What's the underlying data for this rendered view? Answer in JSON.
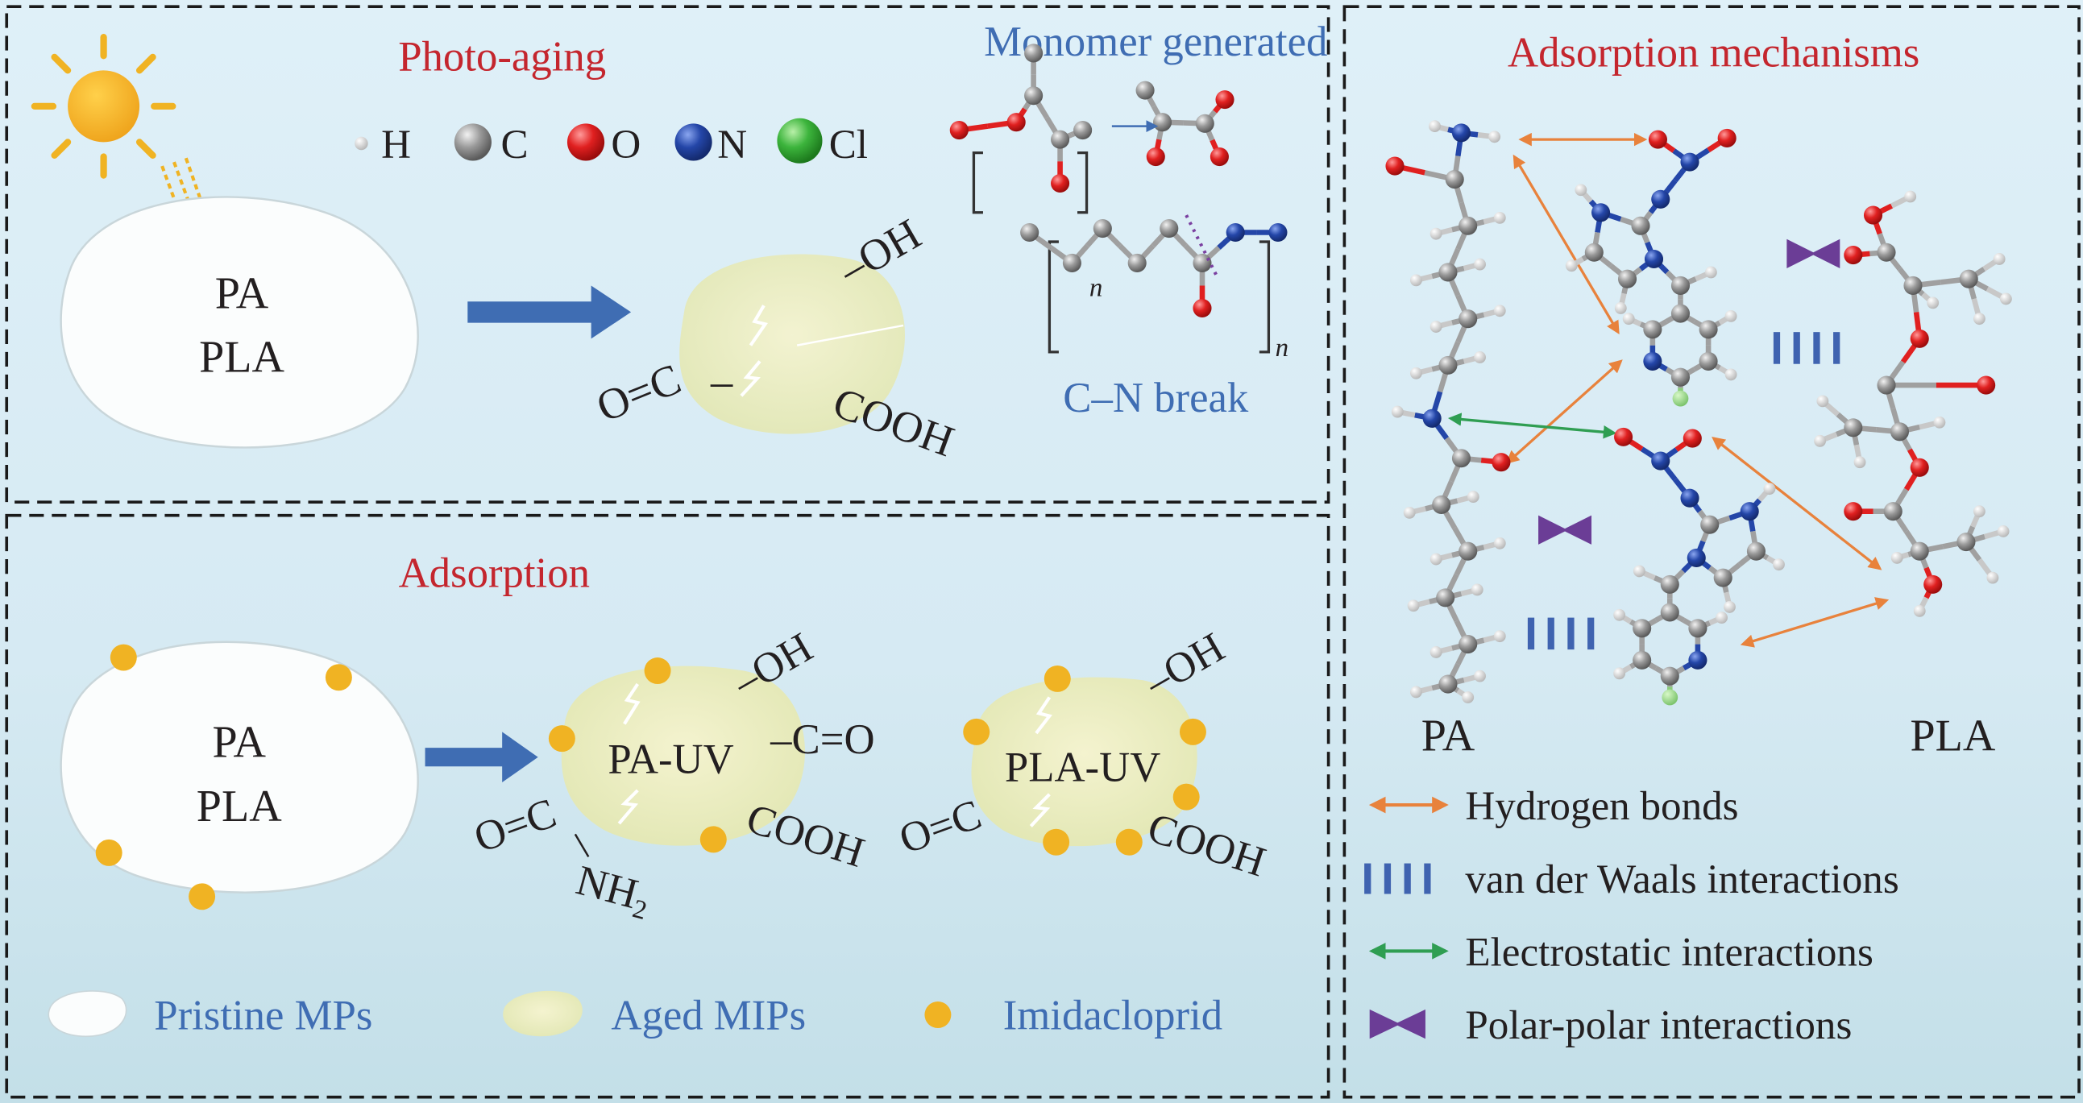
{
  "photo_aging": {
    "title": "Photo-aging",
    "monomer_title": "Monomer generated",
    "atom_legend": [
      "H",
      "C",
      "O",
      "N",
      "Cl"
    ],
    "particle_labels": [
      "PA",
      "PLA"
    ],
    "group_oh": "–OH",
    "group_co": "O=C",
    "group_co_bond": "–",
    "group_cooh": "COOH",
    "repeat_subscript": "n",
    "cn_break": "C–N break"
  },
  "adsorption": {
    "title": "Adsorption",
    "particle_labels": [
      "PA",
      "PLA"
    ],
    "pa_uv": "PA-UV",
    "pla_uv": "PLA-UV",
    "group_oh": "–OH",
    "group_ceo": "–C=O",
    "group_co": "O=C",
    "group_cooh": "COOH",
    "nh2": "NH",
    "nh2_sub": "2"
  },
  "bottom_legend": [
    "Pristine MPs",
    "Aged MIPs",
    "Imidacloprid"
  ],
  "mechanisms": {
    "title": "Adsorption mechanisms",
    "pa_label": "PA",
    "pla_label": "PLA",
    "legend": [
      "Hydrogen bonds",
      "van der Waals interactions",
      "Electrostatic interactions",
      "Polar-polar interactions"
    ]
  },
  "colors": {
    "title_red": "#c4262e",
    "label_blue": "#3f6db3",
    "arrow_blue": "#3f6db3",
    "hydrogen_bond": "#e8823c",
    "vdw": "#3f63b0",
    "electrostatic": "#2f9e52",
    "polar": "#6b3d96",
    "imidacloprid": "#f0b323"
  }
}
